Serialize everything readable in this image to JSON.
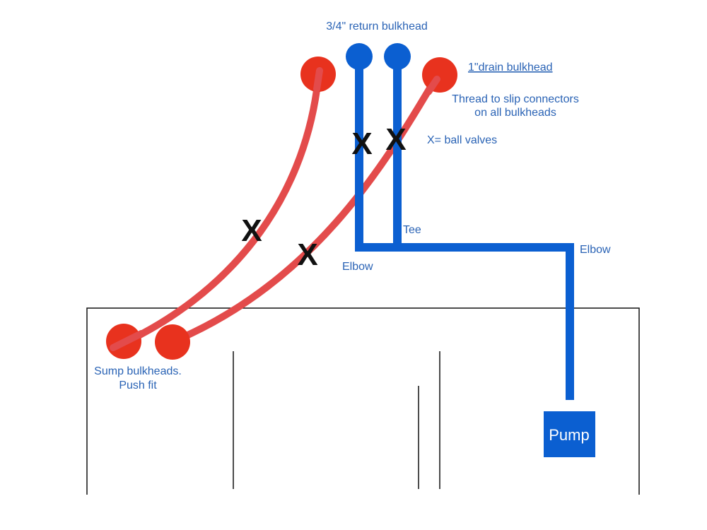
{
  "colors": {
    "background": "#ffffff",
    "return_pipe": "#0b5fd1",
    "drain_hose": "#e34b4b",
    "bulkhead_red": "#e8321e",
    "label_blue": "#2a63b5",
    "x_mark": "#111111",
    "sump_outline": "#111111",
    "pump_fill": "#0b5fd1",
    "pump_text": "#ffffff"
  },
  "labels": {
    "return_bulkhead": "3/4\" return bulkhead",
    "drain_bulkhead": "1\"drain bulkhead",
    "thread_line1": "Thread to slip connectors",
    "thread_line2": "on all bulkheads",
    "ball_valves": "X= ball valves",
    "tee": "Tee",
    "elbow_left": "Elbow",
    "elbow_right": "Elbow",
    "sump_line1": "Sump bulkheads.",
    "sump_line2": "Push fit",
    "pump": "Pump",
    "x": "X"
  }
}
